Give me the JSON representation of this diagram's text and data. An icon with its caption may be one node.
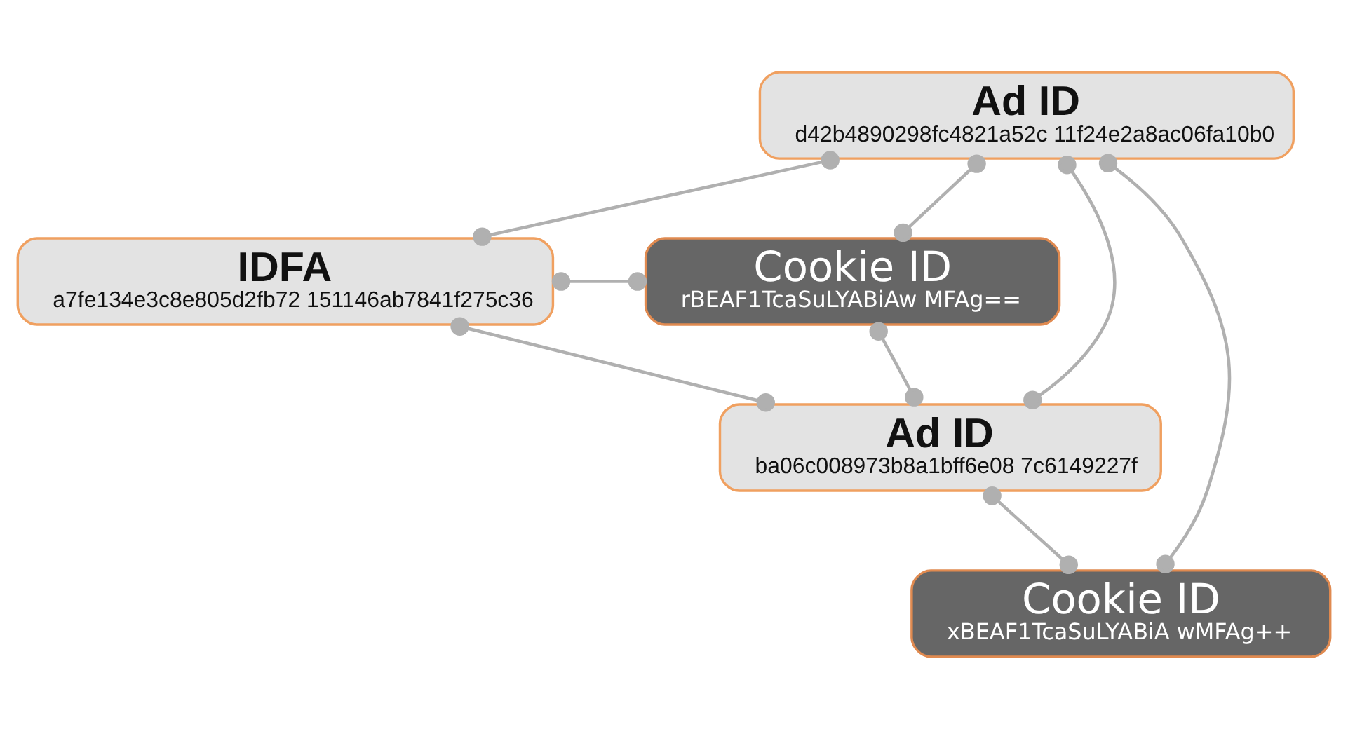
{
  "diagram": {
    "nodes": [
      {
        "text": [
          "Ad ID",
          "d42b4890298fc4821a52c 11f24e2a8ac06fa10b0"
        ]
      },
      {
        "text": [
          "IDFA",
          "a7fe134e3c8e805d2fb72 151146ab7841f275c36"
        ]
      },
      {
        "text": [
          "Cookie ID",
          "rBEAF1TcaSuLYABiAw MFAg=="
        ]
      },
      {
        "text": [
          "Ad ID",
          "ba06c008973b8a1bff6e08 7c6149227f"
        ]
      },
      {
        "text": [
          "Cookie ID",
          "xBEAF1TcaSuLYABiA wMFAg++"
        ]
      }
    ],
    "edges": [
      {
        "from": 0,
        "to": 1,
        "arrow": "other"
      },
      {
        "from": 0,
        "to": 4,
        "arrow": "other"
      },
      {
        "from": 0,
        "to": 3,
        "arrow": "other"
      },
      {
        "from": 0,
        "to": 2,
        "arrow": "other"
      },
      {
        "from": 1,
        "to": 2,
        "arrow": "other"
      },
      {
        "from": 1,
        "to": 3,
        "arrow": "other"
      },
      {
        "from": 3,
        "to": 2,
        "arrow": "other"
      },
      {
        "from": 3,
        "to": 4,
        "arrow": "other"
      }
    ]
  }
}
